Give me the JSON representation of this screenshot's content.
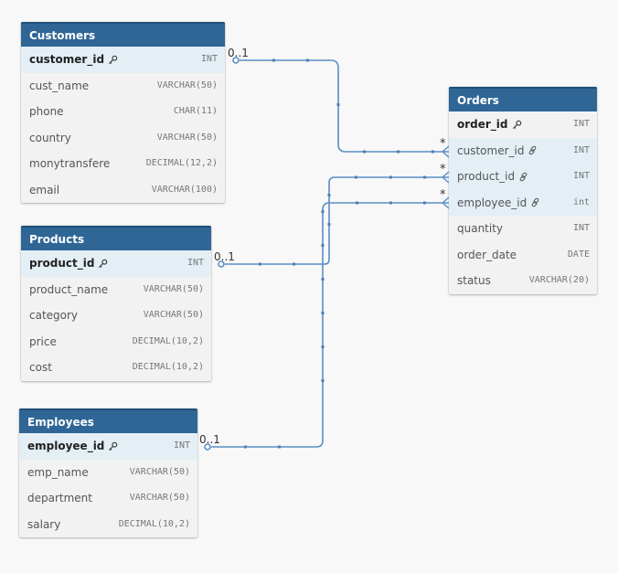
{
  "tables": {
    "customers": {
      "title": "Customers",
      "columns": [
        {
          "name": "customer_id",
          "type": "INT",
          "key": "pk-icon"
        },
        {
          "name": "cust_name",
          "type": "VARCHAR(50)"
        },
        {
          "name": "phone",
          "type": "CHAR(11)"
        },
        {
          "name": "country",
          "type": "VARCHAR(50)"
        },
        {
          "name": "monytransfere",
          "type": "DECIMAL(12,2)"
        },
        {
          "name": "email",
          "type": "VARCHAR(100)"
        }
      ]
    },
    "orders": {
      "title": "Orders",
      "columns": [
        {
          "name": "order_id",
          "type": "INT",
          "key": "pk-icon"
        },
        {
          "name": "customer_id",
          "type": "INT",
          "key": "fk-icon"
        },
        {
          "name": "product_id",
          "type": "INT",
          "key": "fk-icon"
        },
        {
          "name": "employee_id",
          "type": "int",
          "key": "fk-icon"
        },
        {
          "name": "quantity",
          "type": "INT"
        },
        {
          "name": "order_date",
          "type": "DATE"
        },
        {
          "name": "status",
          "type": "VARCHAR(20)"
        }
      ]
    },
    "products": {
      "title": "Products",
      "columns": [
        {
          "name": "product_id",
          "type": "INT",
          "key": "pk-icon"
        },
        {
          "name": "product_name",
          "type": "VARCHAR(50)"
        },
        {
          "name": "category",
          "type": "VARCHAR(50)"
        },
        {
          "name": "price",
          "type": "DECIMAL(10,2)"
        },
        {
          "name": "cost",
          "type": "DECIMAL(10,2)"
        }
      ]
    },
    "employees": {
      "title": "Employees",
      "columns": [
        {
          "name": "employee_id",
          "type": "INT",
          "key": "pk-icon"
        },
        {
          "name": "emp_name",
          "type": "VARCHAR(50)"
        },
        {
          "name": "department",
          "type": "VARCHAR(50)"
        },
        {
          "name": "salary",
          "type": "DECIMAL(10,2)"
        }
      ]
    }
  },
  "relationships": [
    {
      "from": "customers.customer_id",
      "to": "orders.customer_id",
      "from_card": "0..1",
      "to_card": "*"
    },
    {
      "from": "products.product_id",
      "to": "orders.product_id",
      "from_card": "0..1",
      "to_card": "*"
    },
    {
      "from": "employees.employee_id",
      "to": "orders.employee_id",
      "from_card": "0..1",
      "to_card": "*"
    }
  ],
  "colors": {
    "header": "#2f6696",
    "edge": "#5b8ec4",
    "key_row": "#e3eef5"
  }
}
